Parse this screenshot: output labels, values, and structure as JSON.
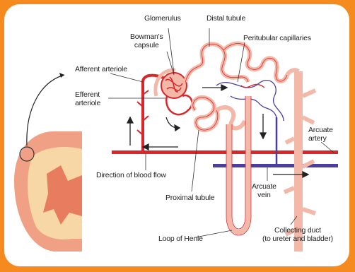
{
  "labels": {
    "glomerulus": "Glomerulus",
    "distal_tubule": "Distal tubule",
    "bowmans_capsule_l1": "Bowman's",
    "bowmans_capsule_l2": "capsule",
    "peritubular_capillaries": "Peritubular capillaries",
    "afferent_arteriole": "Afferent arteriole",
    "efferent_arteriole_l1": "Efferent",
    "efferent_arteriole_l2": "arteriole",
    "arcuate_artery_l1": "Arcuate",
    "arcuate_artery_l2": "artery",
    "direction_of_blood_flow": "Direction of blood flow",
    "arcuate_vein_l1": "Arcuate",
    "arcuate_vein_l2": "vein",
    "proximal_tubule": "Proximal tubule",
    "loop_of_henle": "Loop of Henle",
    "collecting_duct_l1": "Collecting duct",
    "collecting_duct_l2": "(to ureter and bladder)"
  },
  "colors": {
    "frame": "#f58a1f",
    "artery": "#d9262b",
    "vein": "#4b3f9c",
    "tubule": "#f3b8a8",
    "kidney": "#f0a084",
    "kidney_inner": "#f8d7a6"
  }
}
